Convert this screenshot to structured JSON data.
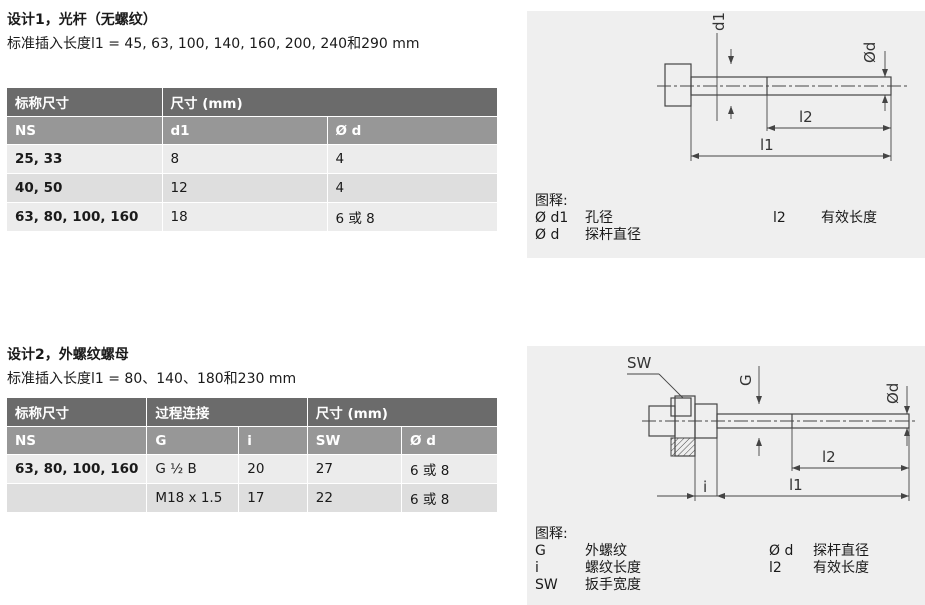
{
  "design1": {
    "title": "设计1，光杆（无螺纹）",
    "subtitle": "标准插入长度l1 = 45, 63, 100, 140, 160, 200, 240和290 mm",
    "table": {
      "header1": [
        "标称尺寸",
        "尺寸 (mm)"
      ],
      "header2": [
        "NS",
        "d1",
        "Ø d"
      ],
      "rows": [
        [
          "25, 33",
          "8",
          "4"
        ],
        [
          "40, 50",
          "12",
          "4"
        ],
        [
          "63, 80, 100, 160",
          "18",
          "6 或 8"
        ]
      ]
    },
    "figure": {
      "labels": {
        "d1": "d1",
        "od": "Ød",
        "l1": "l1",
        "l2": "l2"
      },
      "legend_title": "图释:",
      "legend": [
        {
          "sym": "Ø d1",
          "text": "孔径"
        },
        {
          "sym": "Ø d",
          "text": "探杆直径"
        },
        {
          "sym": "l2",
          "text": "有效长度"
        }
      ]
    }
  },
  "design2": {
    "title": "设计2，外螺纹螺母",
    "subtitle": "标准插入长度l1 = 80、140、180和230 mm",
    "table": {
      "header1": [
        "标称尺寸",
        "过程连接",
        "尺寸 (mm)"
      ],
      "header2": [
        "NS",
        "G",
        "i",
        "SW",
        "Ø d"
      ],
      "rows": [
        [
          "63, 80, 100, 160",
          "G ½ B",
          "20",
          "27",
          "6 或 8"
        ],
        [
          "",
          "M18 x 1.5",
          "17",
          "22",
          "6 或 8"
        ]
      ]
    },
    "figure": {
      "labels": {
        "sw": "SW",
        "g": "G",
        "od": "Ød",
        "l1": "l1",
        "l2": "l2",
        "i": "i"
      },
      "legend_title": "图释:",
      "legend": [
        {
          "sym": "G",
          "text": "外螺纹"
        },
        {
          "sym": "i",
          "text": "螺纹长度"
        },
        {
          "sym": "SW",
          "text": "扳手宽度"
        },
        {
          "sym": "Ø d",
          "text": "探杆直径"
        },
        {
          "sym": "l2",
          "text": "有效长度"
        }
      ]
    }
  }
}
